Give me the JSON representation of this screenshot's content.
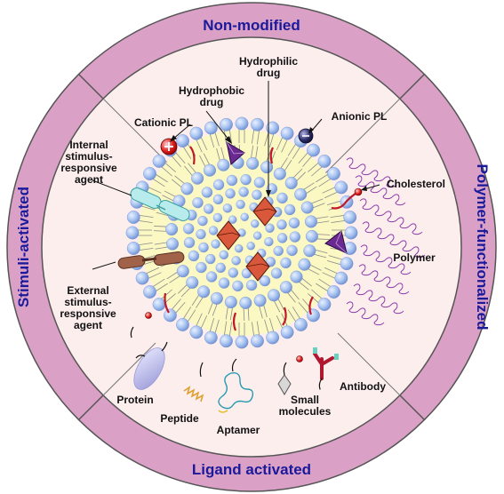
{
  "sectors": {
    "top": "Non-modified",
    "right": "Polymer-functionalized",
    "bottom": "Ligand activated",
    "left": "Stimuli-activated"
  },
  "labels": {
    "hydrophilic_drug": [
      "Hydrophilic",
      "drug"
    ],
    "hydrophobic_drug": [
      "Hydrophobic",
      "drug"
    ],
    "cationic_pl": "Cationic PL",
    "anionic_pl": "Anionic PL",
    "cholesterol": "Cholesterol",
    "polymer": "Polymer",
    "internal_agent": [
      "Internal",
      "stimulus-",
      "responsive",
      "agent"
    ],
    "external_agent": [
      "External",
      "stimulus-",
      "responsive",
      "agent"
    ],
    "protein": "Protein",
    "peptide": "Peptide",
    "aptamer": "Aptamer",
    "small_molecules": [
      "Small",
      "molecules"
    ],
    "antibody": "Antibody"
  },
  "colors": {
    "outer_ring": "#dba0c6",
    "inner_disc": "#fdeeee",
    "head_group": "#a9c4f1",
    "tail_band": "#fbf8c4",
    "drug_hydrophilic": "#d9573a",
    "drug_hydrophobic": "#6a2a92",
    "sector_text": "#1a1a9a"
  }
}
